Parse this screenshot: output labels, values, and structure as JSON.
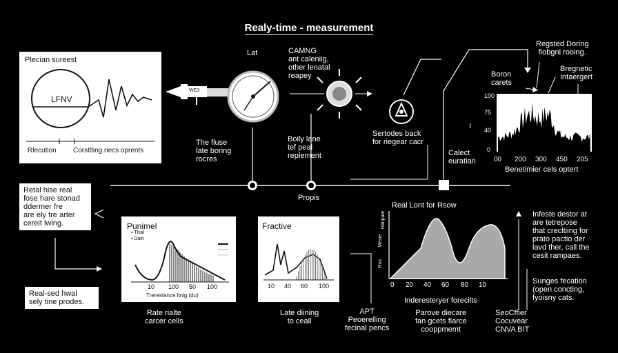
{
  "title": "Realy-time - measurement",
  "top_left_panel": {
    "title": "Plecian sureest",
    "circle_label": "LFNV",
    "left_caption": "Rlecution",
    "right_caption": "Corstlting riecs oprents"
  },
  "probe": {
    "cap_label": "WE3"
  },
  "labels": {
    "lat": "Lat",
    "camng": "CAMNG\nant caleniig,\nother lenatal\nreapey",
    "regsted": "Regsted Doring\nfiobgnl rooing.",
    "boron": "Boron\ncarets",
    "bregnetic": "Bregnetic\nIntaergert",
    "the_flusse": "The fluse\nlate boring\nrocres",
    "boily_lane": "Boily lane\ntef peal\nreplement",
    "sertodes": "Sertodes back\nfor riegear cacr",
    "calect": "Calect\neuratian",
    "props": "Propis",
    "retal_box": "Retal hise real\nfose hare stonad\nddermer fre\nare ely tre arter\ncereit lwing.",
    "realsed_box": "Real-sed hwal\nsely tine prodes.",
    "rate": "Rate rialte\ncarcer cells",
    "late": "Late diining\nto ceall",
    "apt": "APT\nPeoerelling\nfecinal pencs",
    "parove": "Parove diecare\nfan gcets fiarce\ncooppmemt",
    "secther": "SeoCffier\nCocuvear\nCNVA BIT",
    "infeste": "Infeste destor at\nare tetrepose\nthat crecltiing for\nprato pactio der\nlavd ther, call the\ncesit rampaes.",
    "sunges": "Sunges fecation\n(open concting,\nfyoisny cats."
  },
  "chart_top_right": {
    "caption": "Benetimier cels optert",
    "y_ticks": [
      "100",
      "75",
      "40",
      "0"
    ],
    "x_ticks": [
      "00",
      "200",
      "300",
      "450",
      "205"
    ]
  },
  "panel_punimel": {
    "title": "Punimel",
    "legend": [
      "Tlsal",
      "Dain"
    ],
    "x_ticks": [
      "10",
      "100",
      "50",
      "100"
    ],
    "x_label": "Trerestance ltnig (du)"
  },
  "panel_fractive": {
    "title": "Fractive",
    "x_ticks": [
      "10",
      "40",
      "60",
      "100"
    ]
  },
  "chart_bottom_right": {
    "title": "Real Lont for Rsow",
    "x_ticks": [
      "0",
      "20",
      "40",
      "60",
      "80",
      "10"
    ],
    "x_label": "Inderesteryer forecilts",
    "y_labels": [
      "Hanpuie",
      "Mesie",
      "Ros"
    ]
  },
  "colors": {
    "background": "#000000",
    "foreground": "#ffffff",
    "panel": "#ffffff",
    "area_fill": "#a9a9a9"
  }
}
